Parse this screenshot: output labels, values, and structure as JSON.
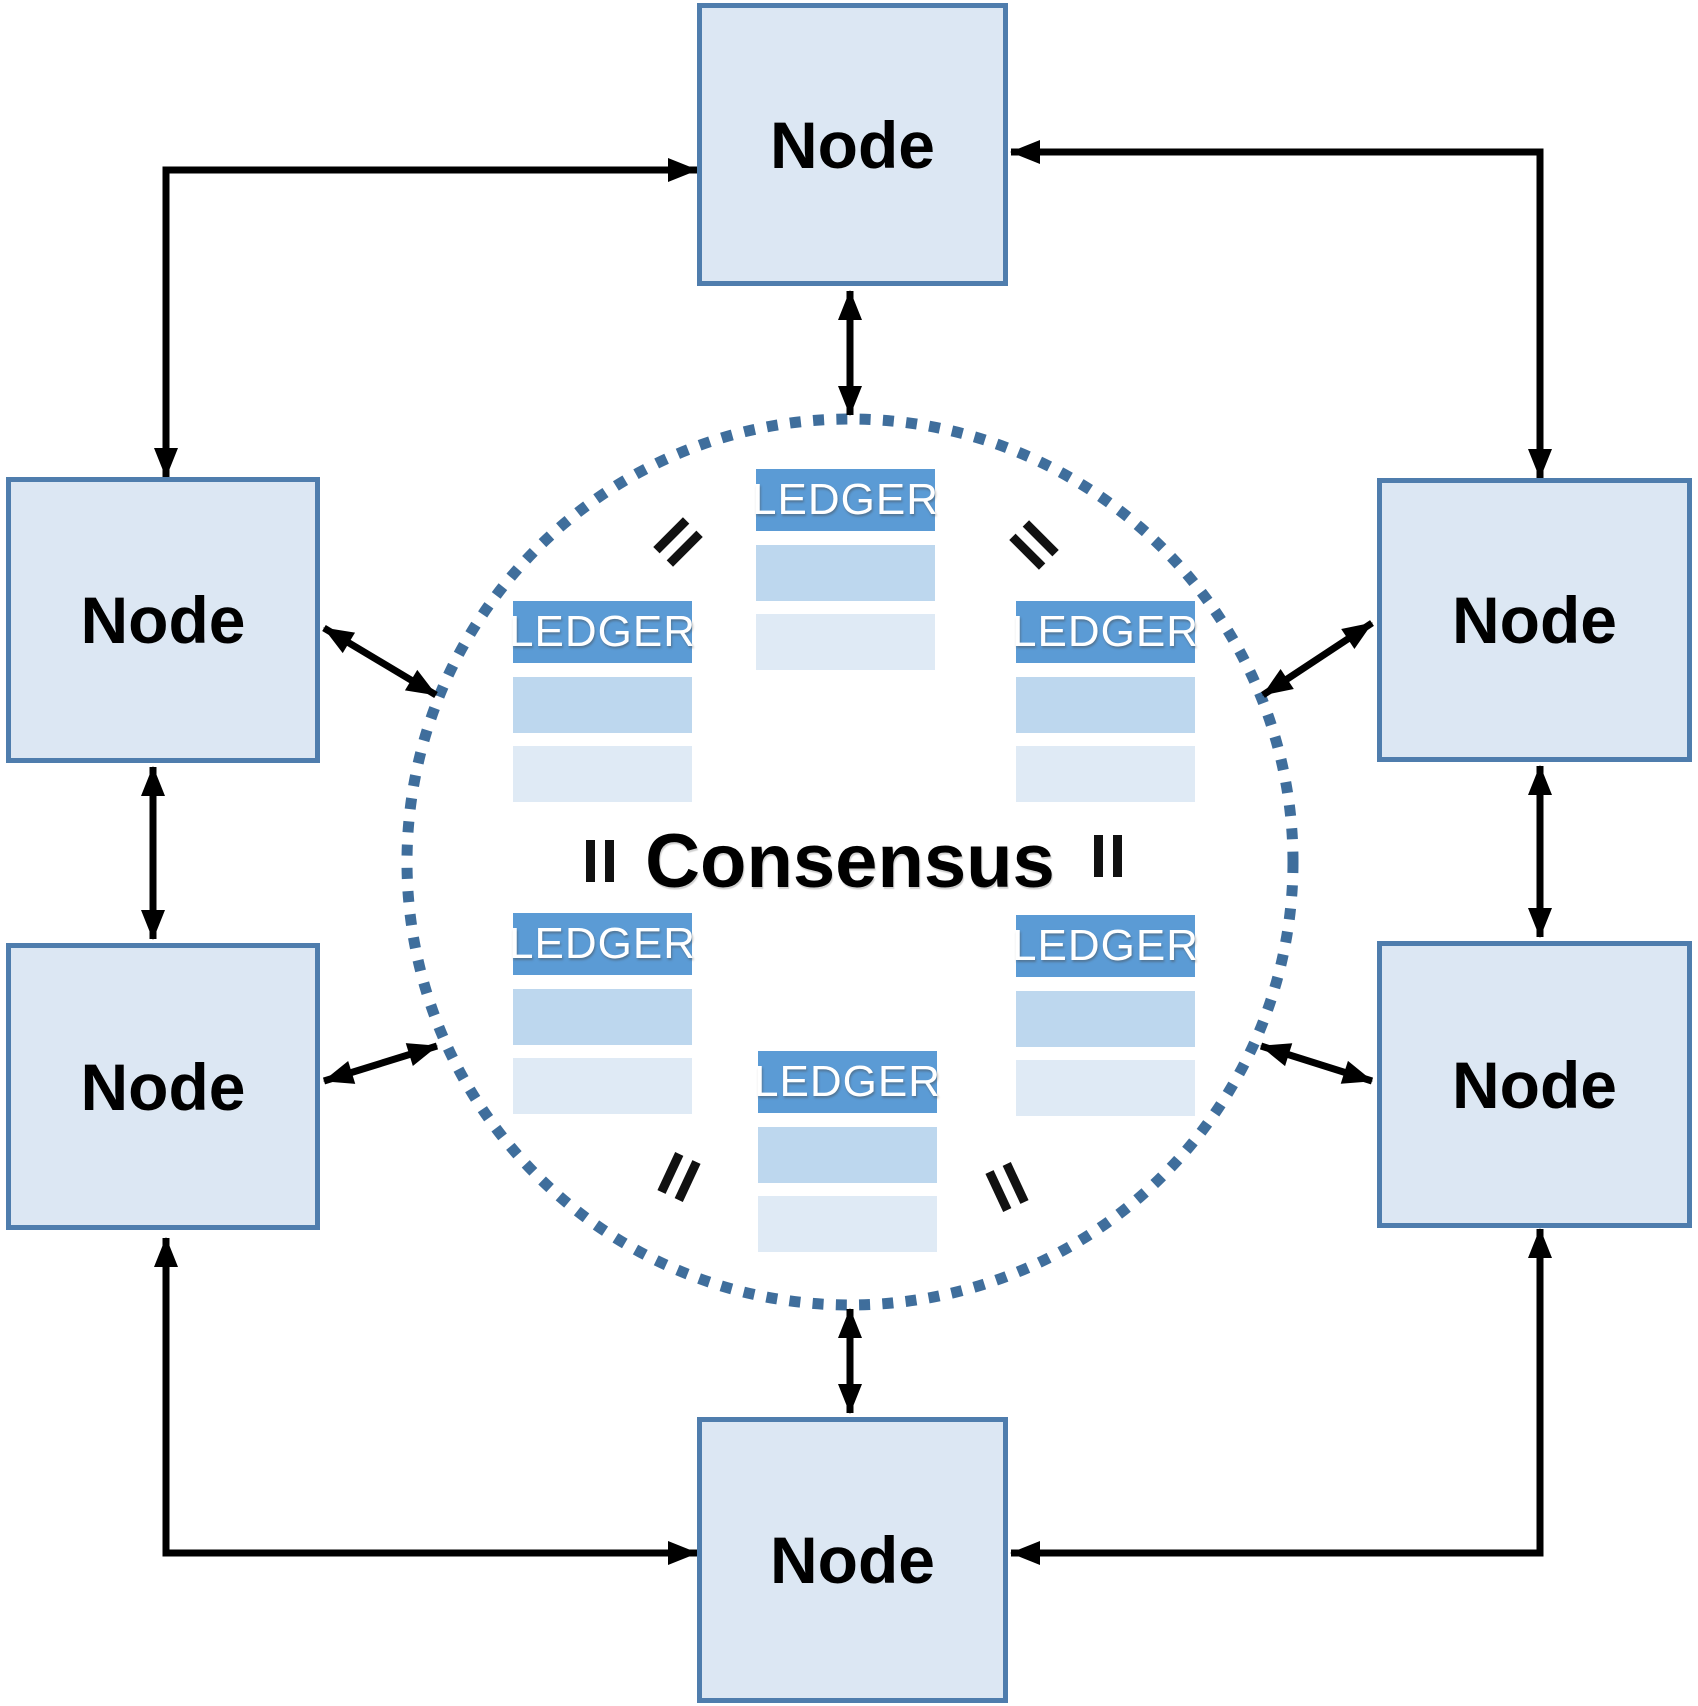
{
  "colors": {
    "node_fill": "#dce7f3",
    "node_border": "#4f7dad",
    "ledger_header": "#5b9bd5",
    "ledger_row_mid": "#bdd7ee",
    "ledger_row_light": "#dfeaf5",
    "circle_dot": "#3f6e9c",
    "arrow": "#000000"
  },
  "consensus": {
    "label": "Consensus"
  },
  "nodes": [
    {
      "id": "top",
      "label": "Node"
    },
    {
      "id": "left-upper",
      "label": "Node"
    },
    {
      "id": "right-upper",
      "label": "Node"
    },
    {
      "id": "left-lower",
      "label": "Node"
    },
    {
      "id": "right-lower",
      "label": "Node"
    },
    {
      "id": "bottom",
      "label": "Node"
    }
  ],
  "ledgers": [
    {
      "id": "top-center",
      "label": "LEDGER"
    },
    {
      "id": "upper-left",
      "label": "LEDGER"
    },
    {
      "id": "upper-right",
      "label": "LEDGER"
    },
    {
      "id": "lower-left",
      "label": "LEDGER"
    },
    {
      "id": "lower-right",
      "label": "LEDGER"
    },
    {
      "id": "bottom-center",
      "label": "LEDGER"
    }
  ]
}
